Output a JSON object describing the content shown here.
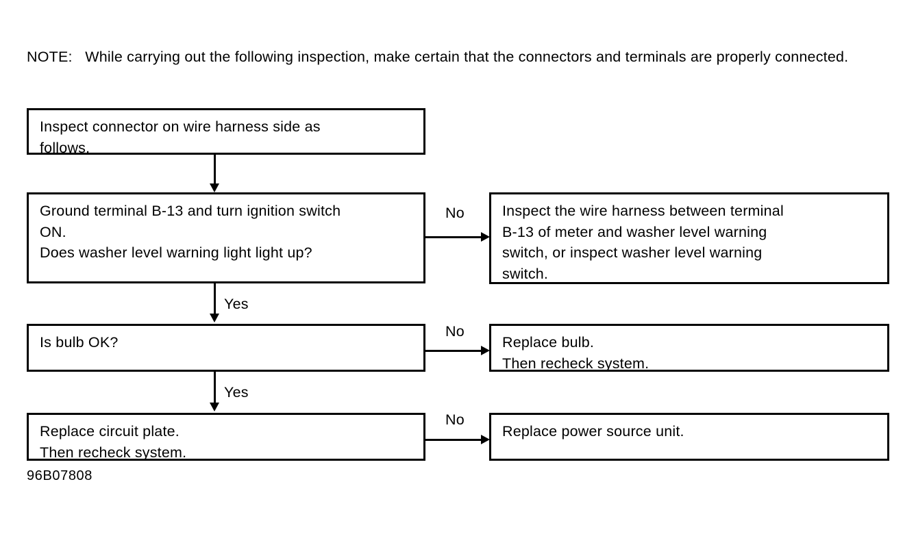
{
  "note": {
    "label": "NOTE:",
    "text": "NOTE:   While carrying out the following inspection, make certain that the connectors and terminals are properly connected."
  },
  "flowchart": {
    "boxes": [
      {
        "id": "inspect-connector",
        "text": "Inspect connector on wire harness side as\nfollows."
      },
      {
        "id": "ground-terminal",
        "text": "Ground terminal B-13 and turn ignition switch\nON.\nDoes washer level warning light light up?"
      },
      {
        "id": "inspect-wire-harness",
        "text": "Inspect the wire harness between terminal\nB-13 of meter and washer level warning\nswitch, or inspect washer level warning\nswitch."
      },
      {
        "id": "is-bulb-ok",
        "text": "Is bulb OK?"
      },
      {
        "id": "replace-bulb",
        "text": "Replace bulb.\nThen recheck system."
      },
      {
        "id": "replace-circuit-plate",
        "text": "Replace circuit plate.\nThen recheck system."
      },
      {
        "id": "replace-power-source-unit",
        "text": "Replace power source unit."
      }
    ],
    "edge_labels": {
      "no_1": "No",
      "no_2": "No",
      "no_3": "No",
      "yes_1": "Yes",
      "yes_2": "Yes"
    }
  },
  "caption": "96B07808",
  "colors": {
    "ink": "#000000",
    "paper": "#ffffff"
  }
}
